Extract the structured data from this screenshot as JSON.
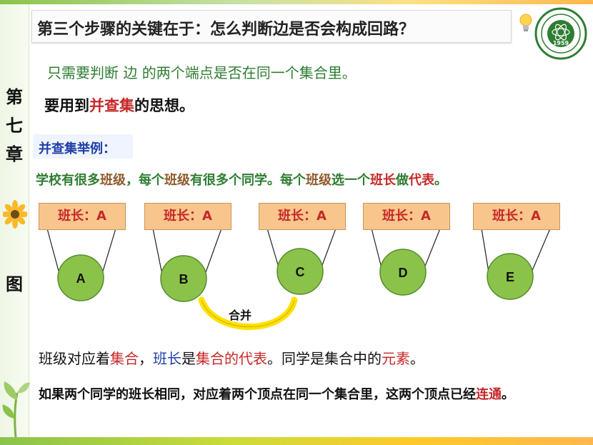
{
  "title": "第三个步骤的关键在于：怎么判断边是否会构成回路？",
  "chapter": [
    "第",
    "七",
    "章",
    "图"
  ],
  "line1": {
    "part1": "只需要判断 边 的两个端点是否在同一个集合里。"
  },
  "line2": {
    "pre": "要用到",
    "highlight": "并查集",
    "post": "的思想。"
  },
  "example": {
    "title": "并查集举例：",
    "sentence": [
      {
        "t": "学校有很多",
        "c": "green"
      },
      {
        "t": "班级",
        "c": "brown"
      },
      {
        "t": "，每个",
        "c": "green"
      },
      {
        "t": "班级",
        "c": "brown"
      },
      {
        "t": "有很多个同学。每个",
        "c": "green"
      },
      {
        "t": "班级",
        "c": "brown"
      },
      {
        "t": "选一个",
        "c": "green"
      },
      {
        "t": "班长",
        "c": "red"
      },
      {
        "t": "做",
        "c": "green"
      },
      {
        "t": "代表",
        "c": "red"
      },
      {
        "t": "。",
        "c": "green"
      }
    ]
  },
  "monitors": [
    "班长：A",
    "班长：A",
    "班长：A",
    "班长：A",
    "班长：A"
  ],
  "nodes": [
    "A",
    "B",
    "C",
    "D",
    "E"
  ],
  "merge_label": "合并",
  "concept": [
    {
      "t": "班级对应着",
      "c": "dark"
    },
    {
      "t": "集合",
      "c": "red"
    },
    {
      "t": "，",
      "c": "dark"
    },
    {
      "t": "班长",
      "c": "blue"
    },
    {
      "t": "是",
      "c": "dark"
    },
    {
      "t": "集合的代表",
      "c": "red"
    },
    {
      "t": "。同学是集合中的",
      "c": "dark"
    },
    {
      "t": "元素",
      "c": "red"
    },
    {
      "t": "。",
      "c": "dark"
    }
  ],
  "final": {
    "pre": "如果两个同学的班长相同，对应着两个顶点在同一个集合里，这两个顶点已经",
    "highlight": "连通",
    "post": "。"
  },
  "logo": {
    "text": "1959",
    "icon": "university-seal-icon"
  },
  "colors": {
    "green": "#2e7d32",
    "red": "#c62828",
    "blue": "#1f3fa8",
    "brown": "#8d5a2b",
    "monitor_fill": "#f8c68d",
    "node_fill": "#8bc34a",
    "arc": "#ffe100"
  }
}
